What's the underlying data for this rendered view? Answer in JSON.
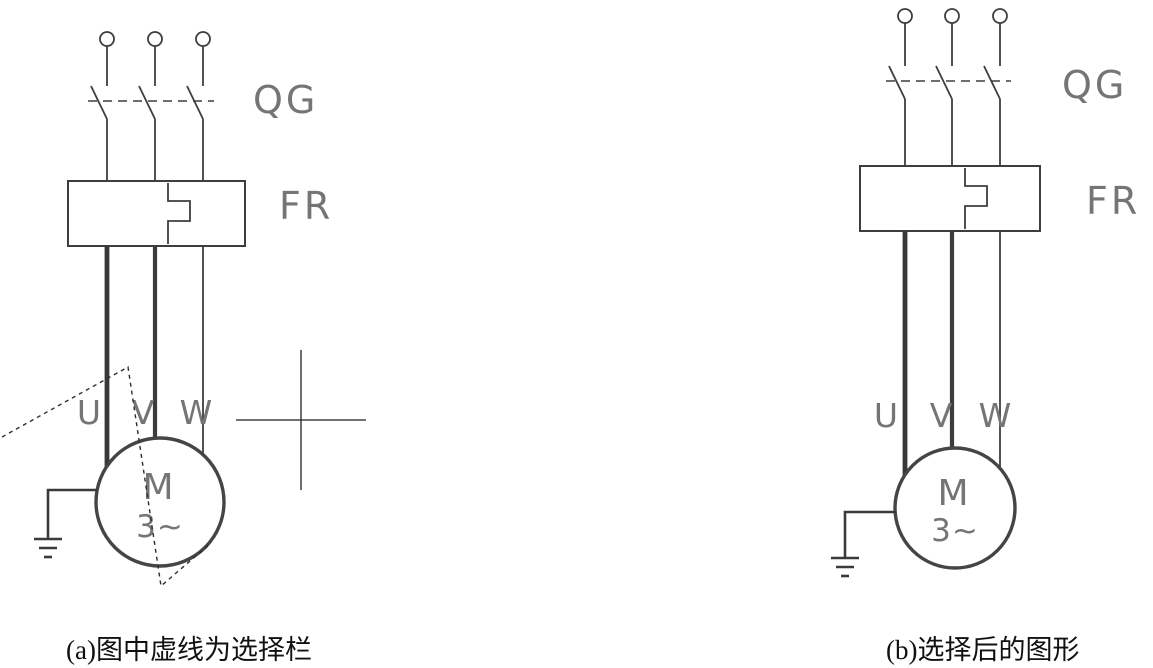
{
  "palette": {
    "background": "#ffffff",
    "line_color": "#3e3e3e",
    "label_color": "#757575",
    "caption_color": "#111111"
  },
  "diagram_a": {
    "switch_label": "QG",
    "relay_label": "FR",
    "phase_u": "U",
    "phase_v": "V",
    "phase_w": "W",
    "motor_letter": "M",
    "motor_phases": "3∼",
    "caption": "(a)图中虚线为选择栏"
  },
  "diagram_b": {
    "switch_label": "QG",
    "relay_label": "FR",
    "phase_u": "U",
    "phase_v": "V",
    "phase_w": "W",
    "motor_letter": "M",
    "motor_phases": "3∼",
    "caption": "(b)选择后的图形"
  }
}
